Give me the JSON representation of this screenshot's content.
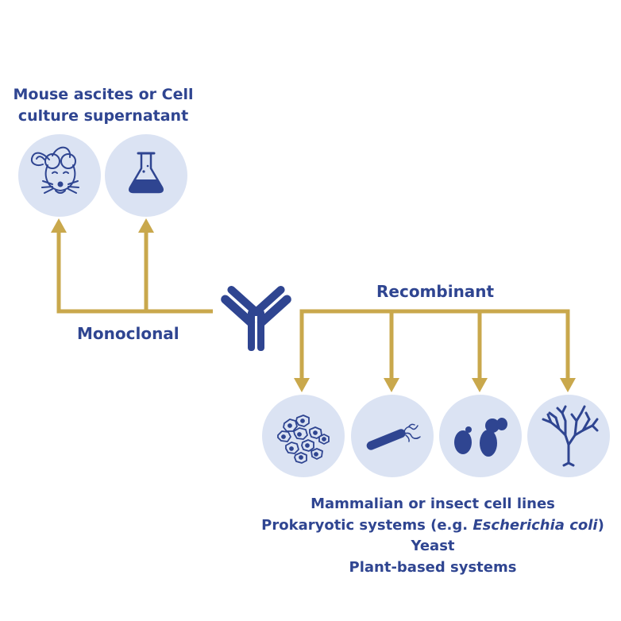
{
  "colors": {
    "arrow": "#c9a84c",
    "circle": "#dbe3f3",
    "icon": "#2f4591",
    "text": "#2f4591"
  },
  "monoclonal": {
    "label": "Monoclonal",
    "source_title_line1": "Mouse ascites or Cell",
    "source_title_line2": "culture supernatant",
    "icons": [
      "mouse-icon",
      "flask-icon"
    ]
  },
  "recombinant": {
    "label": "Recombinant",
    "icons": [
      "cell-cluster-icon",
      "bacterium-icon",
      "yeast-icon",
      "plant-icon"
    ],
    "sources": {
      "mammalian": "Mammalian or insect cell lines",
      "prokaryotic_prefix": "Prokaryotic systems (e.g. ",
      "prokaryotic_species": "Escherichia coli",
      "prokaryotic_suffix": ")",
      "yeast": "Yeast",
      "plant": "Plant-based systems"
    }
  },
  "center_icon": "antibody-icon"
}
